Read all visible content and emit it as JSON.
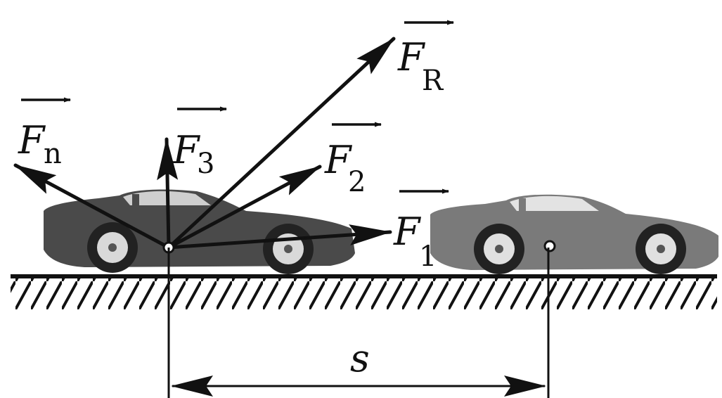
{
  "diagram": {
    "colors": {
      "ink": "#111111",
      "car_body": "#4a4a4a",
      "car_body_light": "#7a7a7a",
      "ground_hatch": "#111111"
    },
    "vectors": [
      {
        "id": "Fn",
        "symbol": "F",
        "subscript": "n"
      },
      {
        "id": "F3",
        "symbol": "F",
        "subscript": "3"
      },
      {
        "id": "FR",
        "symbol": "F",
        "subscript": "R"
      },
      {
        "id": "F2",
        "symbol": "F",
        "subscript": "2"
      },
      {
        "id": "F1",
        "symbol": "F",
        "subscript": "1"
      }
    ],
    "displacement": {
      "symbol": "s"
    },
    "objects": [
      {
        "id": "car-start",
        "description_icon": "car-icon"
      },
      {
        "id": "car-end",
        "description_icon": "car-icon"
      }
    ]
  }
}
